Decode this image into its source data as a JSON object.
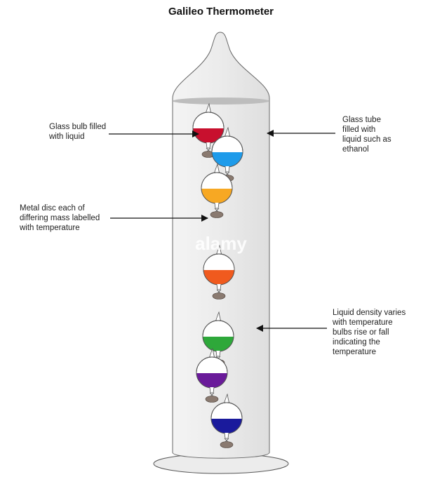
{
  "title": "Galileo Thermometer",
  "labels": {
    "glass_bulb": [
      "Glass bulb filled",
      "with liquid"
    ],
    "metal_disc": [
      "Metal disc each of",
      "differing mass labelled",
      "with temperature"
    ],
    "glass_tube": [
      "Glass tube",
      "filled with",
      "liquid such as",
      "ethanol"
    ],
    "liquid_density": [
      "Liquid density varies",
      "with temperature",
      "bulbs rise or fall",
      "indicating the",
      "temperature"
    ]
  },
  "watermark": "alamy",
  "colors": {
    "tube_liquid": "#e6e6e6",
    "bulbs": [
      "#c8102e",
      "#1e9bea",
      "#f7a823",
      "#f05a1e",
      "#2ea83a",
      "#6a1b9a",
      "#1a1a9c"
    ],
    "disc": "#8a7a70"
  }
}
